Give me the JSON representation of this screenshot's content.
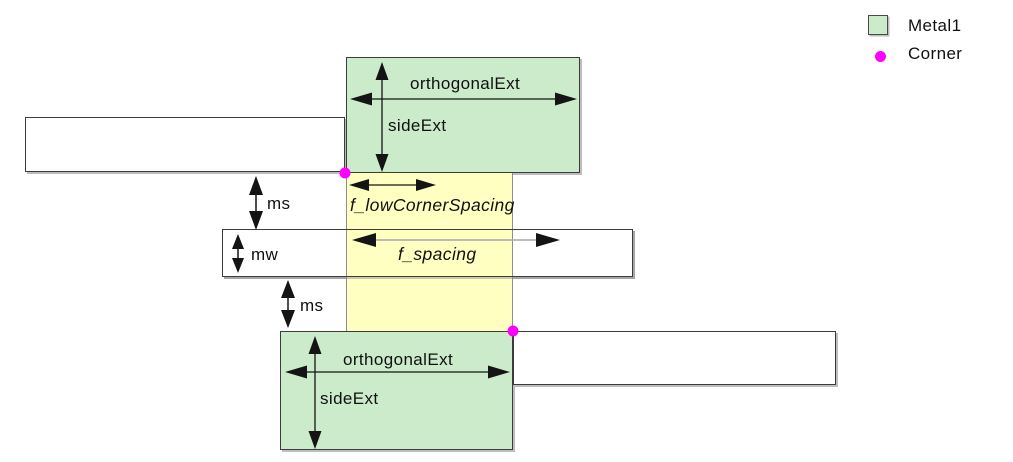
{
  "legend": {
    "items": [
      {
        "label": "Metal1",
        "swatch": "green-square"
      },
      {
        "label": "Corner",
        "swatch": "magenta-dot"
      }
    ]
  },
  "labels": {
    "top_orthogonal_ext": "orthogonalExt",
    "top_side_ext": "sideExt",
    "upper_ms": "ms",
    "f_low_corner_spacing": "f_lowCornerSpacing",
    "mw": "mw",
    "f_spacing": "f_spacing",
    "lower_ms": "ms",
    "bottom_orthogonal_ext": "orthogonalExt",
    "bottom_side_ext": "sideExt"
  },
  "colors": {
    "metal1_fill": "#cbebcb",
    "spacing_band_fill": "#ffffc2",
    "corner_dot": "#ff00ff",
    "outline": "#3c3c3c"
  }
}
